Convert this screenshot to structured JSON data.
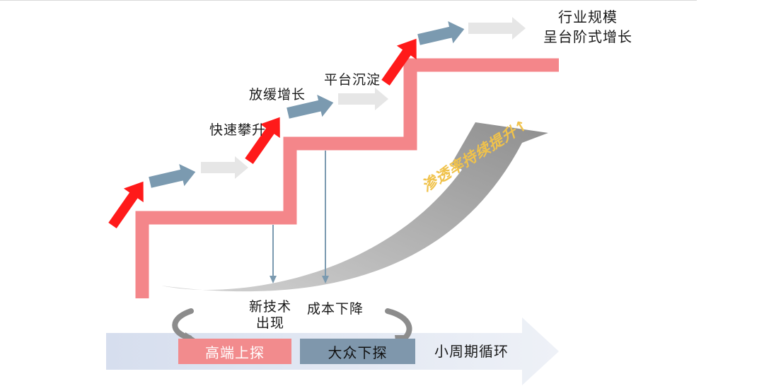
{
  "colors": {
    "accent_red": "#ff1a1a",
    "step_pink": "#f4868a",
    "steel_blue": "#7b9ab0",
    "light_gray": "#e6e6e6",
    "trend_gray": "#9a9a9a",
    "slogan_gold": "#f0c24b",
    "cycle_band": "#e4e9f3"
  },
  "labels": {
    "industry_line1": "行业规模",
    "industry_line2": "呈台阶式增长",
    "rapid_rise": "快速攀升",
    "slow_growth": "放缓增长",
    "platform": "平台沉淀",
    "new_tech_line1": "新技术",
    "new_tech_line2": "出现",
    "cost_down": "成本下降",
    "penetration": "渗透率持续提升",
    "penetration_arrow": "↑",
    "high_end": "高端上探",
    "mass_market": "大众下探",
    "small_cycle": "小周期循环"
  }
}
